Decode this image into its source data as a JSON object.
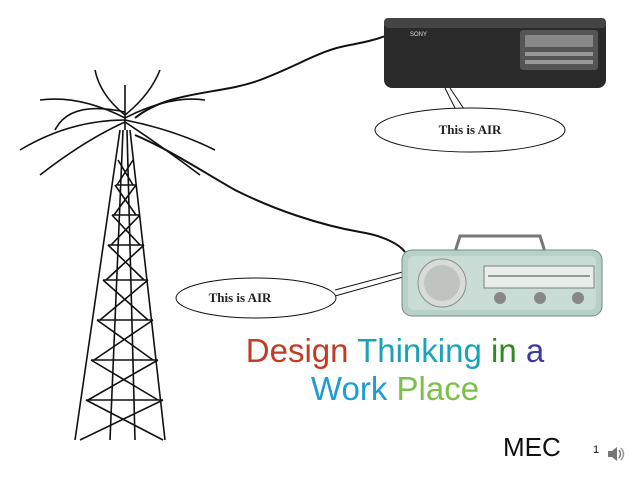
{
  "slide": {
    "title_words": [
      {
        "text": "Design",
        "color": "#c23b22"
      },
      {
        "text": "Thinking",
        "color": "#1aa3b8"
      },
      {
        "text": "in",
        "color": "#2e8b1e"
      },
      {
        "text": "a",
        "color": "#3b3ba8"
      },
      {
        "text": "Work",
        "color": "#1f9bd6"
      },
      {
        "text": "Place",
        "color": "#7cc04a"
      }
    ],
    "author": "MEC",
    "slide_number": "1",
    "bubble_top": "This is AIR",
    "bubble_bottom": "This is AIR",
    "radio_top_brand": "SONY",
    "icons": [
      "antenna-tower-icon",
      "portable-radio-icon",
      "vintage-radio-icon",
      "speaker-icon"
    ]
  }
}
